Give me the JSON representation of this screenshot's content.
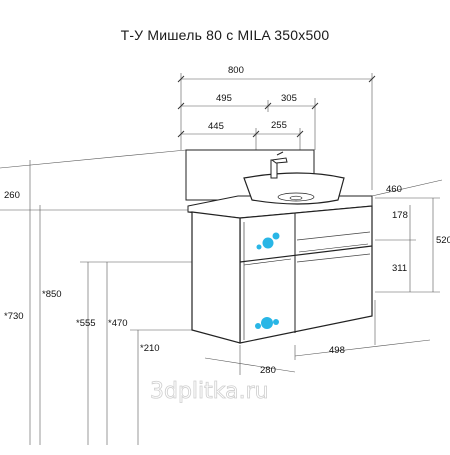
{
  "title": "Т-У Мишель 80 с MILA 350x500",
  "dimensions": {
    "top_width": "800",
    "upper_left": "495",
    "upper_right": "305",
    "lower_left": "445",
    "lower_right": "255",
    "depth": "460",
    "height_total": "520",
    "drawer_top": "178",
    "drawer_bottom": "311",
    "left_260": "260",
    "left_850": "*850",
    "left_730": "*730",
    "left_555": "*555",
    "left_470": "*470",
    "left_210": "*210",
    "bottom_280": "280",
    "bottom_498": "498"
  },
  "watermark": "3dplitka.ru",
  "colors": {
    "line": "#222222",
    "dim": "#555555",
    "accent": "#29b6e6"
  }
}
